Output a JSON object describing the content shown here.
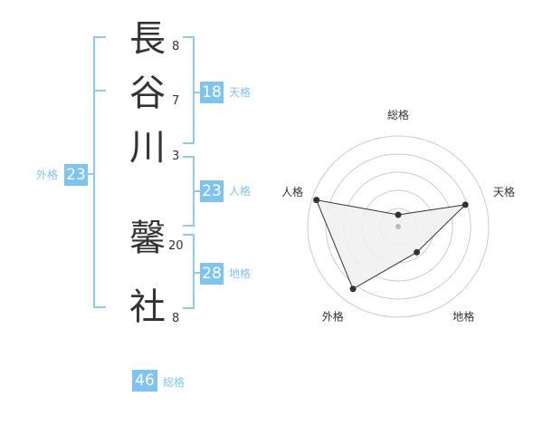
{
  "name": {
    "chars": [
      {
        "char": "長",
        "strokes": "8"
      },
      {
        "char": "谷",
        "strokes": "7"
      },
      {
        "char": "川",
        "strokes": "3"
      },
      {
        "char": "馨",
        "strokes": "20"
      },
      {
        "char": "社",
        "strokes": "8"
      }
    ]
  },
  "fortunes": {
    "tenkaku": {
      "value": "18",
      "label": "天格"
    },
    "jinkaku": {
      "value": "23",
      "label": "人格"
    },
    "chikaku": {
      "value": "28",
      "label": "地格"
    },
    "gaikaku": {
      "value": "23",
      "label": "外格"
    },
    "soukaku": {
      "value": "46",
      "label": "総格"
    }
  },
  "colors": {
    "accent": "#7fc4f0",
    "bracket": "#8ccbf1",
    "text": "#333333",
    "grid": "#cccccc",
    "fill": "#f0f0f0"
  },
  "chart_data": {
    "type": "radar",
    "axes": [
      "総格",
      "天格",
      "地格",
      "外格",
      "人格"
    ],
    "values": [
      0.13,
      0.78,
      0.35,
      0.85,
      0.95
    ],
    "scale_max": 1,
    "rings": 5
  }
}
